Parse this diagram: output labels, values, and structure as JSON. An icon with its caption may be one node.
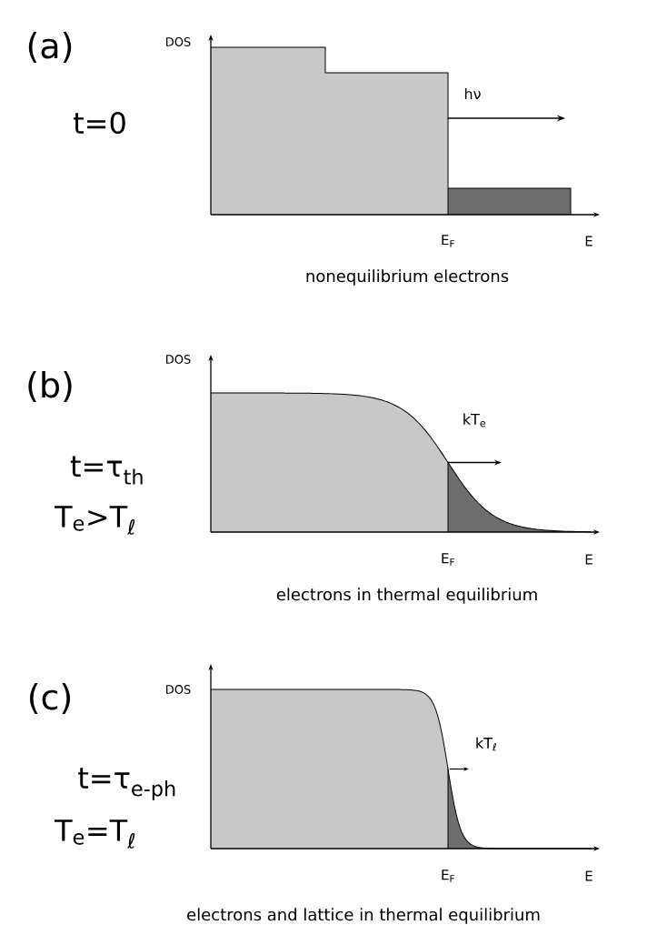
{
  "diagram": {
    "labels": [
      "(a)",
      "DOS",
      "t=0",
      "hν",
      "E$_{F}$",
      "E",
      "nonequilibrium electrons",
      "(b)",
      "DOS",
      "t=τ$_{th}$",
      "T$_{e}$>T$_{ℓ}$",
      "kT$_{e}$",
      "E$_{F}$",
      "E",
      "electrons in thermal equilibrium",
      "(c)",
      "DOS",
      "t=τ$_{e-ph}$",
      "T$_{e}$=T$_{ℓ}$",
      "kT$_{ℓ}$",
      "E$_{F}$",
      "E",
      "electrons and lattice in thermal equilibrium"
    ]
  }
}
